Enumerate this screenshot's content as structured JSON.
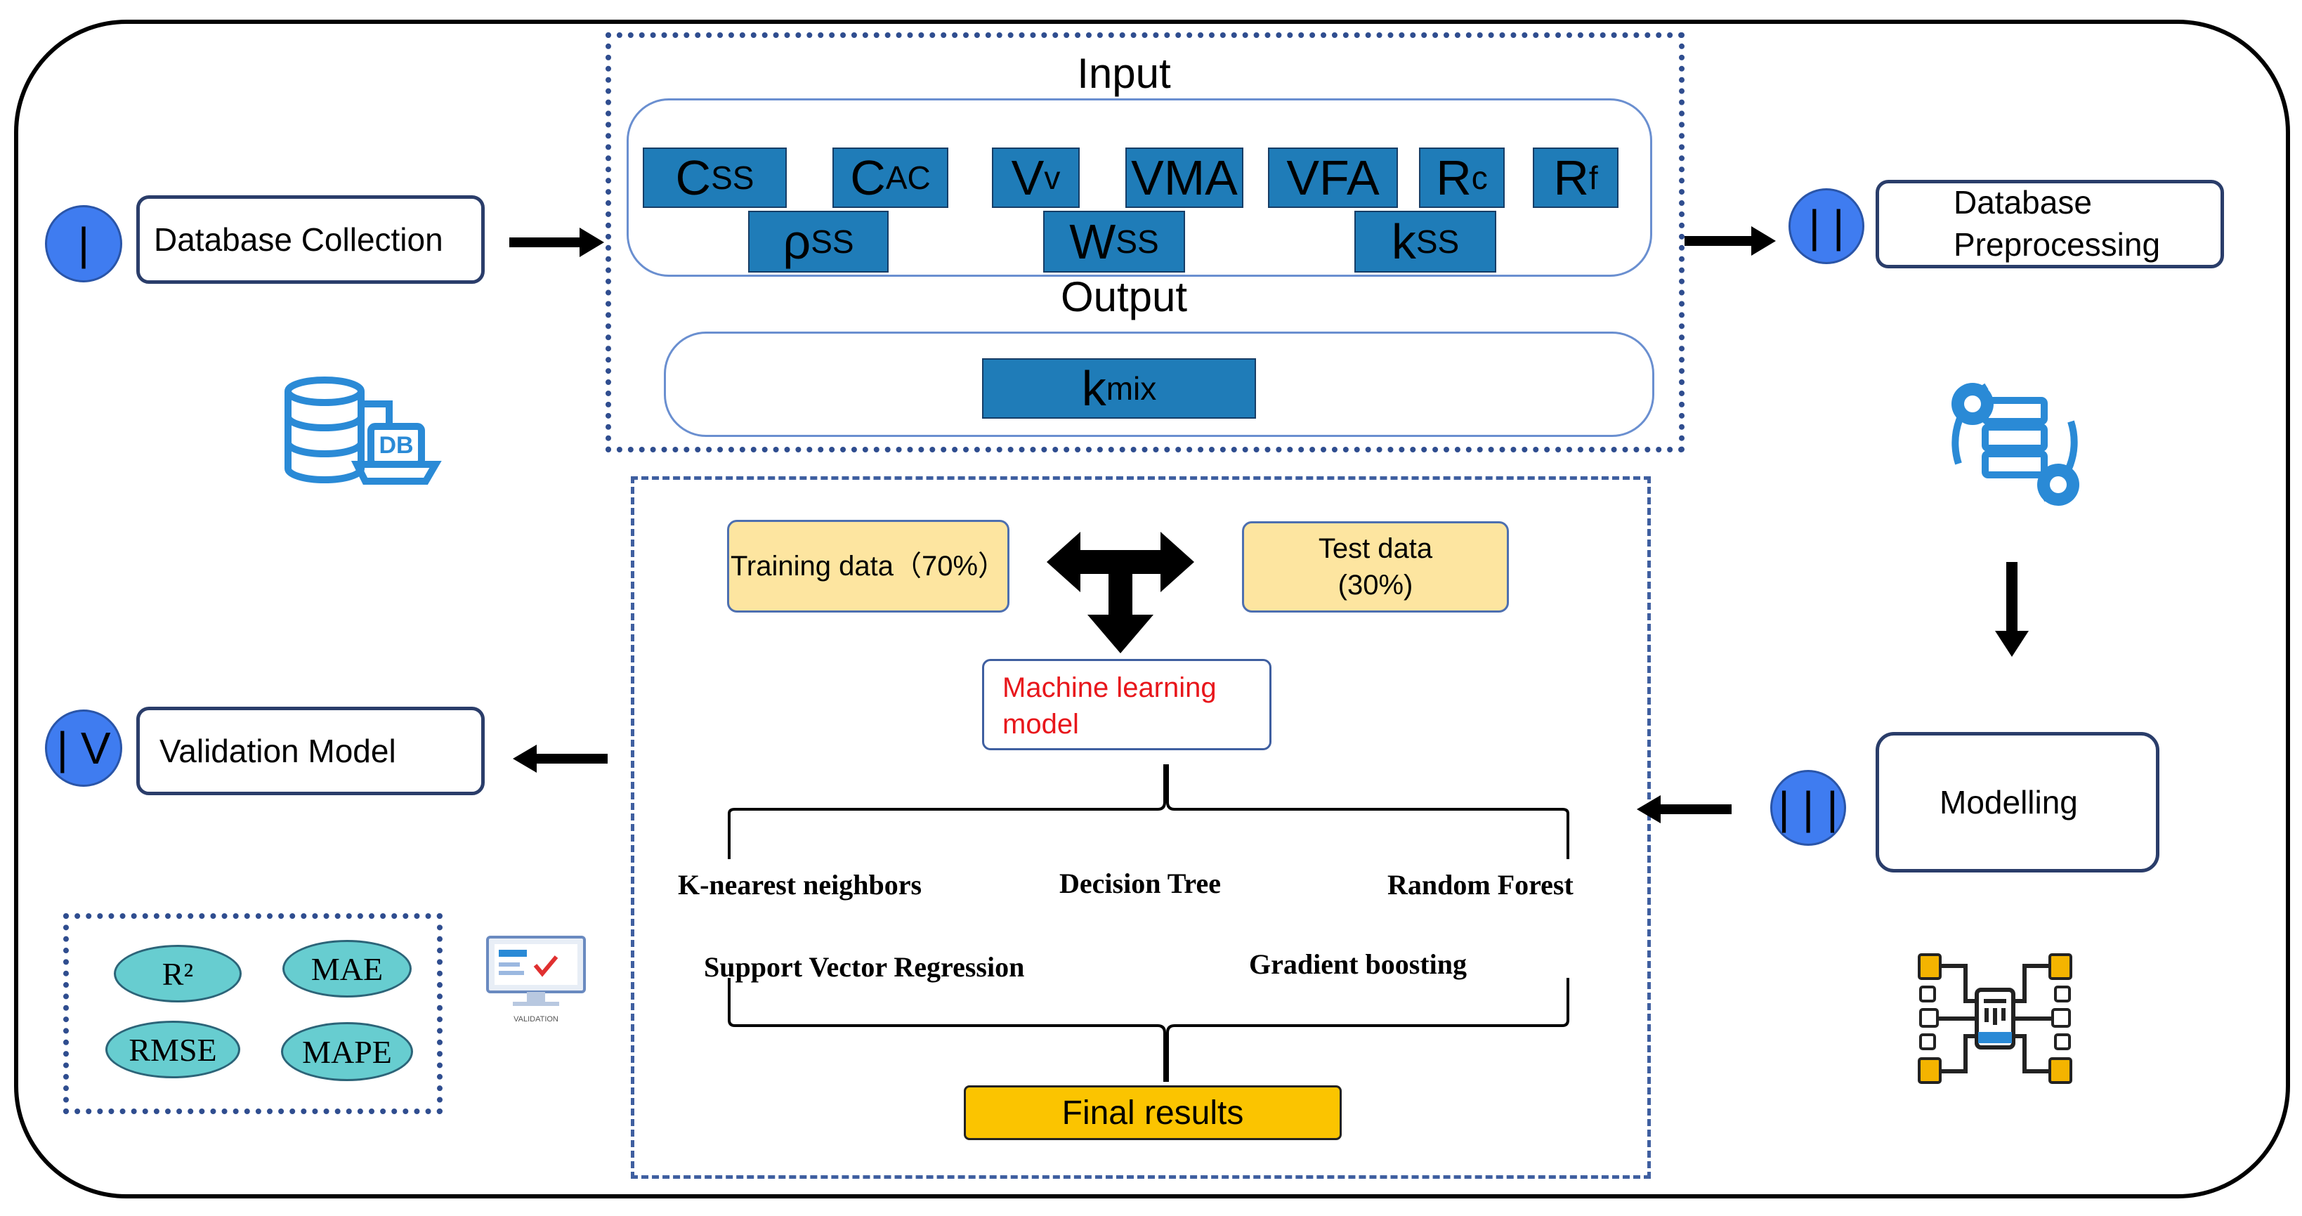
{
  "steps": {
    "s1": {
      "numeral": "|",
      "label": "Database Collection"
    },
    "s2": {
      "numeral": "| |",
      "label_line1": "Database",
      "label_line2": "Preprocessing"
    },
    "s3": {
      "numeral": "| | |",
      "label": "Modelling"
    },
    "s4": {
      "numeral": "| V",
      "label": "Validation Model"
    }
  },
  "io": {
    "input_title": "Input",
    "output_title": "Output",
    "inputs_row1": [
      {
        "base": "C",
        "sub": "SS"
      },
      {
        "base": "C",
        "sub": "AC"
      },
      {
        "base": "V",
        "sub": "v"
      },
      {
        "base": "VMA",
        "sub": ""
      },
      {
        "base": "VFA",
        "sub": ""
      },
      {
        "base": "R",
        "sub": "c"
      },
      {
        "base": "R",
        "sub": "f"
      }
    ],
    "inputs_row2": [
      {
        "base": "ρ",
        "sub": "SS"
      },
      {
        "base": "W",
        "sub": "SS"
      },
      {
        "base": "k",
        "sub": "SS"
      }
    ],
    "output": {
      "base": "k",
      "sub": "mix"
    }
  },
  "modeling": {
    "training": "Training data（70%）",
    "test_line1": "Test data",
    "test_line2": "(30%)",
    "ml_line1": "Machine learning",
    "ml_line2": "model",
    "algorithms": {
      "knn": "K-nearest neighbors",
      "dt": "Decision Tree",
      "rf": "Random Forest",
      "svr": "Support Vector Regression",
      "gb": "Gradient boosting"
    },
    "final": "Final results"
  },
  "metrics": [
    "R²",
    "MAE",
    "RMSE",
    "MAPE"
  ],
  "validation_icon_caption": "VALIDATION",
  "colors": {
    "accent_blue": "#1f7cb8",
    "step_circle": "#3f7cf0",
    "yellow": "#fde5a0",
    "final": "#fbc400",
    "metric": "#67cdd0",
    "ml_text": "#e8161b"
  }
}
